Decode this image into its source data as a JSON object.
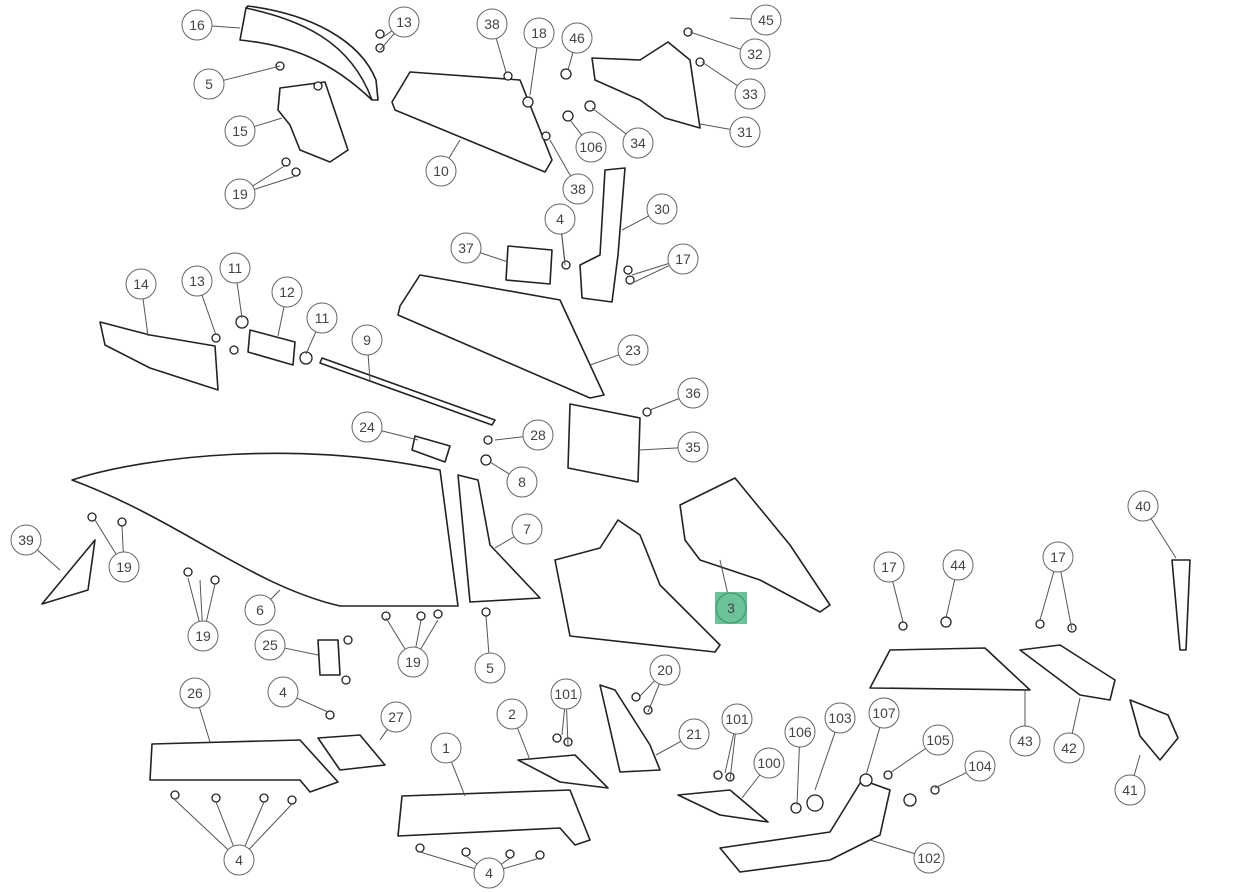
{
  "diagram": {
    "highlighted_callout": "3",
    "highlight_color": "#6cc39a",
    "callouts": [
      "16",
      "13",
      "38",
      "18",
      "46",
      "45",
      "32",
      "33",
      "5",
      "15",
      "10",
      "106",
      "34",
      "31",
      "19",
      "38",
      "4",
      "30",
      "37",
      "17",
      "14",
      "13",
      "11",
      "12",
      "11",
      "9",
      "23",
      "36",
      "24",
      "28",
      "35",
      "8",
      "40",
      "7",
      "39",
      "19",
      "17",
      "44",
      "17",
      "3",
      "6",
      "19",
      "25",
      "19",
      "5",
      "20",
      "4",
      "26",
      "101",
      "2",
      "27",
      "101",
      "103",
      "107",
      "21",
      "106",
      "105",
      "43",
      "42",
      "1",
      "100",
      "104",
      "41",
      "102",
      "4",
      "4"
    ]
  }
}
